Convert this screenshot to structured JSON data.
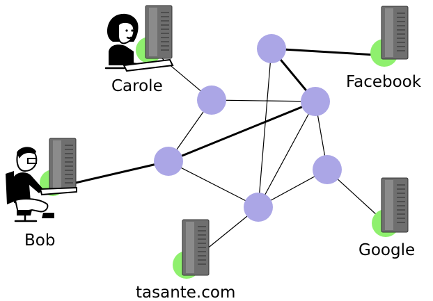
{
  "diagram": {
    "labels": {
      "carole": "Carole",
      "facebook": "Facebook",
      "bob": "Bob",
      "google": "Google",
      "tasante": "tasante.com"
    },
    "colors": {
      "router": "#aba6e6",
      "server_halo": "#8ff06e",
      "server": "#707070",
      "edge": "#000000"
    },
    "icons": [
      "server-tower-icon",
      "person-at-laptop-icon"
    ]
  }
}
